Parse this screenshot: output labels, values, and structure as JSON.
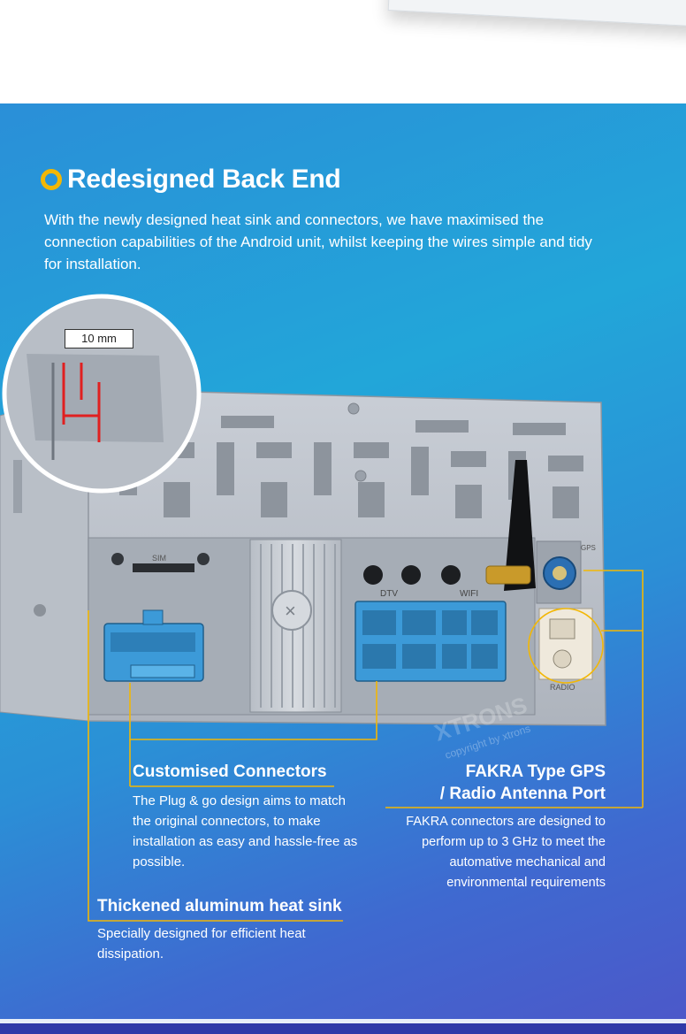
{
  "section": {
    "heading": "Redesigned Back End",
    "intro": "With the newly designed heat sink and connectors, we have maximised the connection capabilities of the Android unit, whilst keeping the wires simple and tidy for installation."
  },
  "device": {
    "brand_watermark": "XTRONS",
    "copyright_watermark": "copyright by xtrons",
    "sim_label": "SIM",
    "dtv_label": "DTV",
    "wifi_label": "WIFI",
    "gps_label": "GPS",
    "radio_label": "RADIO",
    "zoom_label": "10 mm"
  },
  "callouts": {
    "connectors": {
      "title": "Customised Connectors",
      "desc": "The Plug & go design aims to match the original connectors, to make installation as easy and hassle-free as possible."
    },
    "heatsink": {
      "title": "Thickened aluminum heat sink",
      "desc": "Specially designed for efficient heat dissipation."
    },
    "fakra": {
      "title_line1": "FAKRA Type GPS",
      "title_line2": "/ Radio Antenna Port",
      "desc": "FAKRA connectors are designed to perform up to 3 GHz to meet the automative mechanical and environmental requirements"
    }
  },
  "colors": {
    "accent": "#f2b705",
    "connector_blue": "#3c9ad8",
    "gps_blue": "#2b6fb3"
  }
}
